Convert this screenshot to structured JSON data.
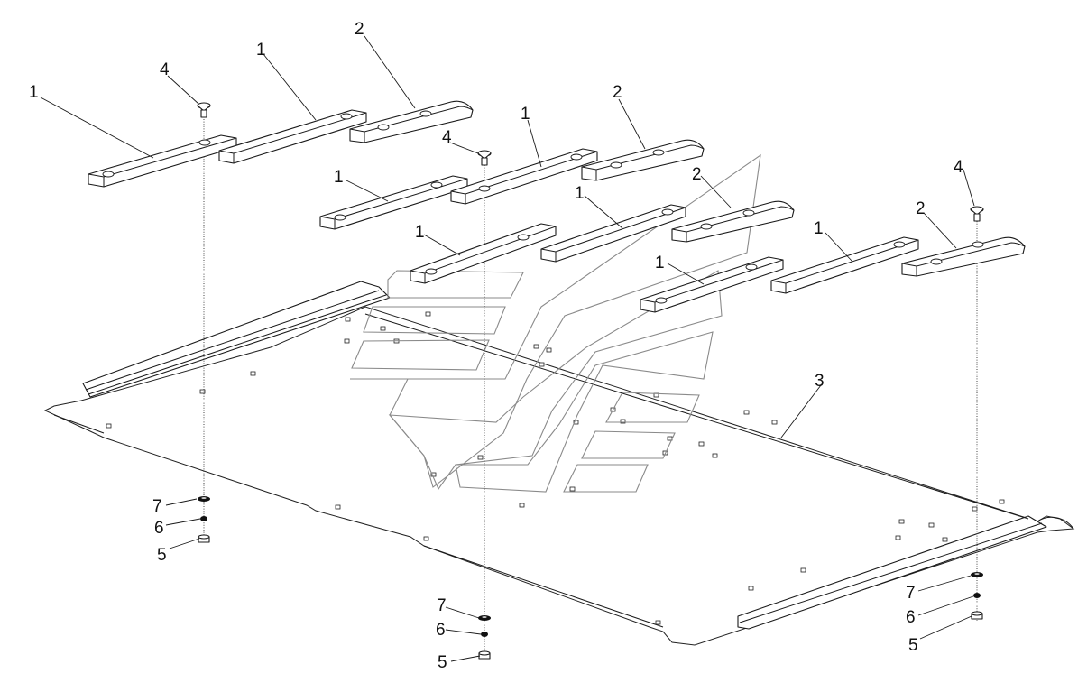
{
  "callouts": {
    "strip": "1",
    "bent_strip": "2",
    "floor_sheet": "3",
    "bolt": "4",
    "nut": "5",
    "spring_washer": "6",
    "flat_washer": "7"
  }
}
